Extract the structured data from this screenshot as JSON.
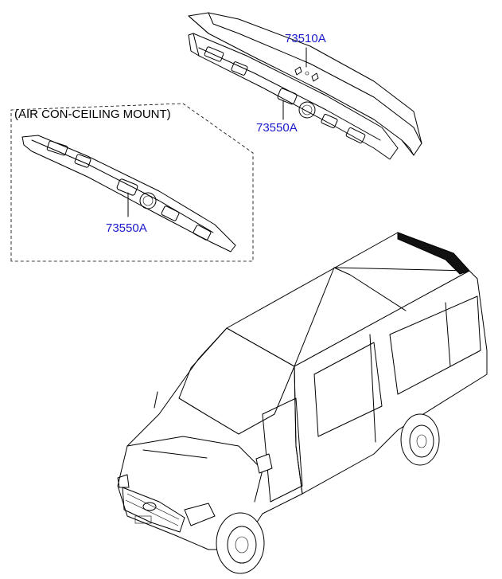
{
  "diagram": {
    "inset_title": "(AIR CON-CEILING MOUNT)",
    "callouts": [
      {
        "id": "upper-cover",
        "part_number": "73510A"
      },
      {
        "id": "upper-rail",
        "part_number": "73550A"
      },
      {
        "id": "inset-rail",
        "part_number": "73550A"
      }
    ],
    "label_color": "#1a1acc",
    "line_color": "#000000"
  }
}
